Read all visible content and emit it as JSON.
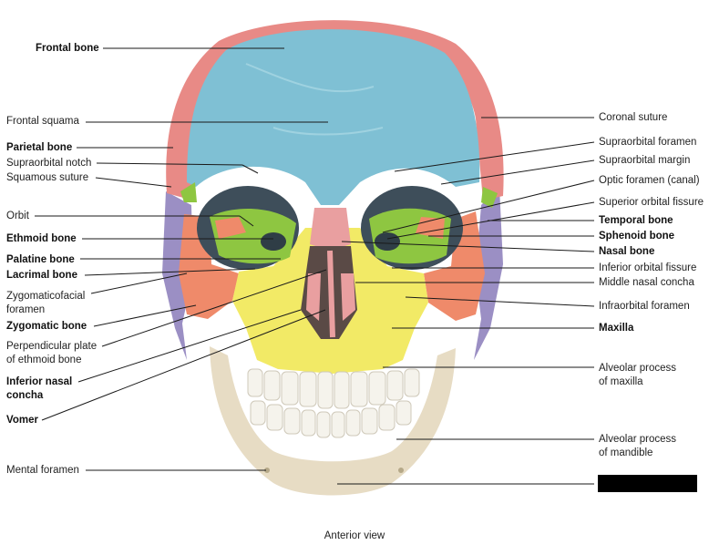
{
  "title": "",
  "caption": "Anterior view",
  "labels_left": [
    {
      "id": "frontal-bone",
      "text": "Frontal bone",
      "bold": true
    },
    {
      "id": "frontal-squama",
      "text": "Frontal squama",
      "bold": false
    },
    {
      "id": "parietal-bone",
      "text": "Parietal bone",
      "bold": true
    },
    {
      "id": "supraorbital-notch",
      "text": "Supraorbital notch",
      "bold": false
    },
    {
      "id": "squamous-suture",
      "text": "Squamous suture",
      "bold": false
    },
    {
      "id": "orbit",
      "text": "Orbit",
      "bold": false
    },
    {
      "id": "ethmoid-bone",
      "text": "Ethmoid bone",
      "bold": true
    },
    {
      "id": "palatine-bone",
      "text": "Palatine bone",
      "bold": true
    },
    {
      "id": "lacrimal-bone",
      "text": "Lacrimal bone",
      "bold": true
    },
    {
      "id": "zygomaticofacial-foramen-1",
      "text": "Zygomaticofacial",
      "bold": false
    },
    {
      "id": "zygomaticofacial-foramen-2",
      "text": "foramen",
      "bold": false
    },
    {
      "id": "zygomatic-bone",
      "text": "Zygomatic bone",
      "bold": true
    },
    {
      "id": "perpendicular-plate-1",
      "text": "Perpendicular plate",
      "bold": false
    },
    {
      "id": "perpendicular-plate-2",
      "text": "of ethmoid bone",
      "bold": false
    },
    {
      "id": "inferior-nasal-concha-1",
      "text": "Inferior nasal",
      "bold": true
    },
    {
      "id": "inferior-nasal-concha-2",
      "text": "concha",
      "bold": true
    },
    {
      "id": "vomer",
      "text": "Vomer",
      "bold": true
    },
    {
      "id": "mental-foramen",
      "text": "Mental foramen",
      "bold": false
    }
  ],
  "labels_right": [
    {
      "id": "coronal-suture",
      "text": "Coronal suture",
      "bold": false
    },
    {
      "id": "supraorbital-foramen",
      "text": "Supraorbital foramen",
      "bold": false
    },
    {
      "id": "supraorbital-margin",
      "text": "Supraorbital margin",
      "bold": false
    },
    {
      "id": "optic-foramen",
      "text": "Optic foramen (canal)",
      "bold": false
    },
    {
      "id": "superior-orbital-fissure",
      "text": "Superior orbital fissure",
      "bold": false
    },
    {
      "id": "temporal-bone",
      "text": "Temporal bone",
      "bold": true
    },
    {
      "id": "sphenoid-bone",
      "text": "Sphenoid bone",
      "bold": true
    },
    {
      "id": "nasal-bone",
      "text": "Nasal bone",
      "bold": true
    },
    {
      "id": "inferior-orbital-fissure",
      "text": "Inferior orbital fissure",
      "bold": false
    },
    {
      "id": "middle-nasal-concha",
      "text": "Middle nasal concha",
      "bold": false
    },
    {
      "id": "infraorbital-foramen",
      "text": "Infraorbital foramen",
      "bold": false
    },
    {
      "id": "maxilla",
      "text": "Maxilla",
      "bold": true
    },
    {
      "id": "alveolar-maxilla-1",
      "text": "Alveolar process",
      "bold": false
    },
    {
      "id": "alveolar-maxilla-2",
      "text": "of maxilla",
      "bold": false
    },
    {
      "id": "alveolar-mandible-1",
      "text": "Alveolar process",
      "bold": false
    },
    {
      "id": "alveolar-mandible-2",
      "text": "of mandible",
      "bold": false
    }
  ],
  "colors": {
    "frontal": "#7fc0d4",
    "parietal": "#e88a86",
    "temporal": "#9b8fc4",
    "sphenoid": "#8ec641",
    "zygomatic": "#ef8a6a",
    "maxilla": "#f2ea66",
    "nasal": "#e99fa0",
    "mandible": "#e7dcc4",
    "teeth": "#f5f3ec",
    "orbit_shadow": "#3e4e5a",
    "leader": "#1a1a1a",
    "redaction": "#000000"
  }
}
